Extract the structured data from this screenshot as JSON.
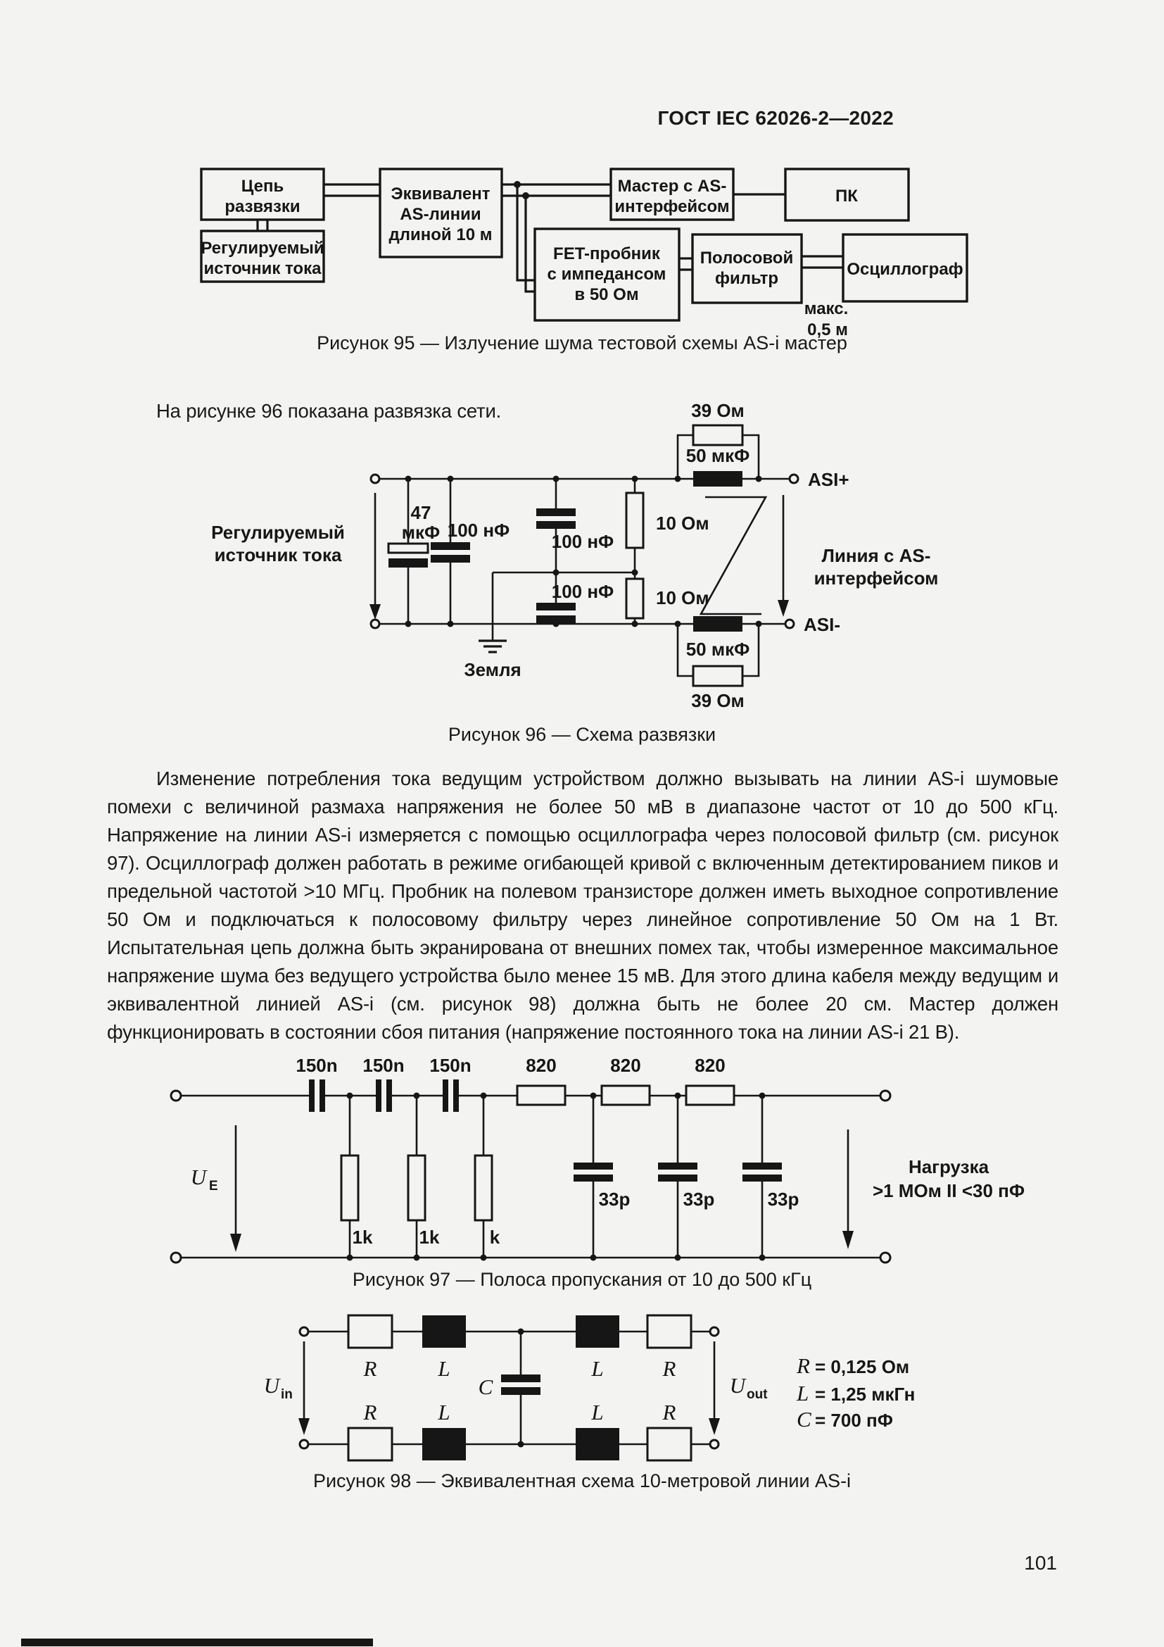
{
  "header": "ГОСТ IEC 62026-2—2022",
  "page_number": "101",
  "colors": {
    "page_bg": "#f3f3f1",
    "ink": "#161616"
  },
  "intro": "На рисунке 96 показана развязка сети.",
  "paragraph": "Изменение потребления тока ведущим устройством должно вызывать на линии AS-i шумовые помехи с величиной размаха напряжения не более 50 мВ в диапазоне частот от 10 до 500 кГц. Напряжение на линии AS-i измеряется с помощью осциллографа через полосовой фильтр (см. рисунок 97). Осциллограф должен работать в режиме огибающей кривой с включенным детектированием пиков и предельной частотой >10 МГц. Пробник на полевом транзисторе должен иметь выходное сопротивление 50 Ом и подключаться к полосовому фильтру через линейное сопротивление 50 Ом на 1 Вт. Испытательная цепь должна быть экранирована от внешних помех так, чтобы измеренное максимальное напряжение шума без ведущего устройства было менее 15 мВ. Для этого длина кабеля между ведущим и эквивалентной линией AS-i (см. рисунок 98) должна быть не более 20 см. Мастер должен функционировать в состоянии сбоя питания (напряжение постоянного тока на линии AS-i 21 В).",
  "fig95": {
    "caption": "Рисунок 95 — Излучение шума тестовой схемы AS-i мастер",
    "b1": [
      "Цепь",
      "развязки"
    ],
    "b2": [
      "Регулируемый",
      "источник тока"
    ],
    "b3": [
      "Эквивалент",
      "AS-линии",
      "длиной 10 м"
    ],
    "b4": [
      "Мастер с AS-",
      "интерфейсом"
    ],
    "b5": [
      "ПК"
    ],
    "b6": [
      "FET-пробник",
      "с импедансом",
      "в 50 Ом"
    ],
    "b7": [
      "Полосовой",
      "фильтр"
    ],
    "b8": [
      "Осциллограф"
    ],
    "max1": "макс.",
    "max2": "0,5 м"
  },
  "fig96": {
    "caption": "Рисунок 96 — Схема развязки",
    "r39_top": "39 Ом",
    "c50_top": "50 мкФ",
    "asi_plus": "ASI+",
    "c47_line1": "47",
    "c47_line2": "мкФ",
    "c100_left": "100 нФ",
    "c100_top": "100 нФ",
    "c100_bottom": "100 нФ",
    "r10_top": "10 Ом",
    "r10_bottom": "10 Ом",
    "src_line1": "Регулируемый",
    "src_line2": "источник тока",
    "earth": "Земля",
    "line_label1": "Линия с AS-",
    "line_label2": "интерфейсом",
    "c50_bottom": "50 мкФ",
    "r39_bottom": "39 Ом",
    "asi_minus": "ASI-"
  },
  "fig97": {
    "caption": "Рисунок 97 — Полоса пропускания от 10 до 500 кГц",
    "caps": [
      "150n",
      "150n",
      "150n"
    ],
    "r820": [
      "820",
      "820",
      "820"
    ],
    "rshunt": [
      "1k",
      "1k",
      "k"
    ],
    "c33": [
      "33p",
      "33p",
      "33p"
    ],
    "ue_sym": "U",
    "ue_sub": "E",
    "load_line1": "Нагрузка",
    "load_line2": ">1 МОм II <30 пФ"
  },
  "fig98": {
    "caption": "Рисунок 98 — Эквивалентная схема 10-метровой линии AS-i",
    "top_labels": [
      "R",
      "L",
      "L",
      "R"
    ],
    "bottom_labels": [
      "R",
      "L",
      "L",
      "R"
    ],
    "c_label": "C",
    "uin_sym": "U",
    "uin_sub": "in",
    "uout_sym": "U",
    "uout_sub": "out",
    "values": [
      {
        "sym": "R",
        "val": "= 0,125 Ом"
      },
      {
        "sym": "L",
        "val": "= 1,25 мкГн"
      },
      {
        "sym": "C",
        "val": "= 700 пФ"
      }
    ]
  }
}
